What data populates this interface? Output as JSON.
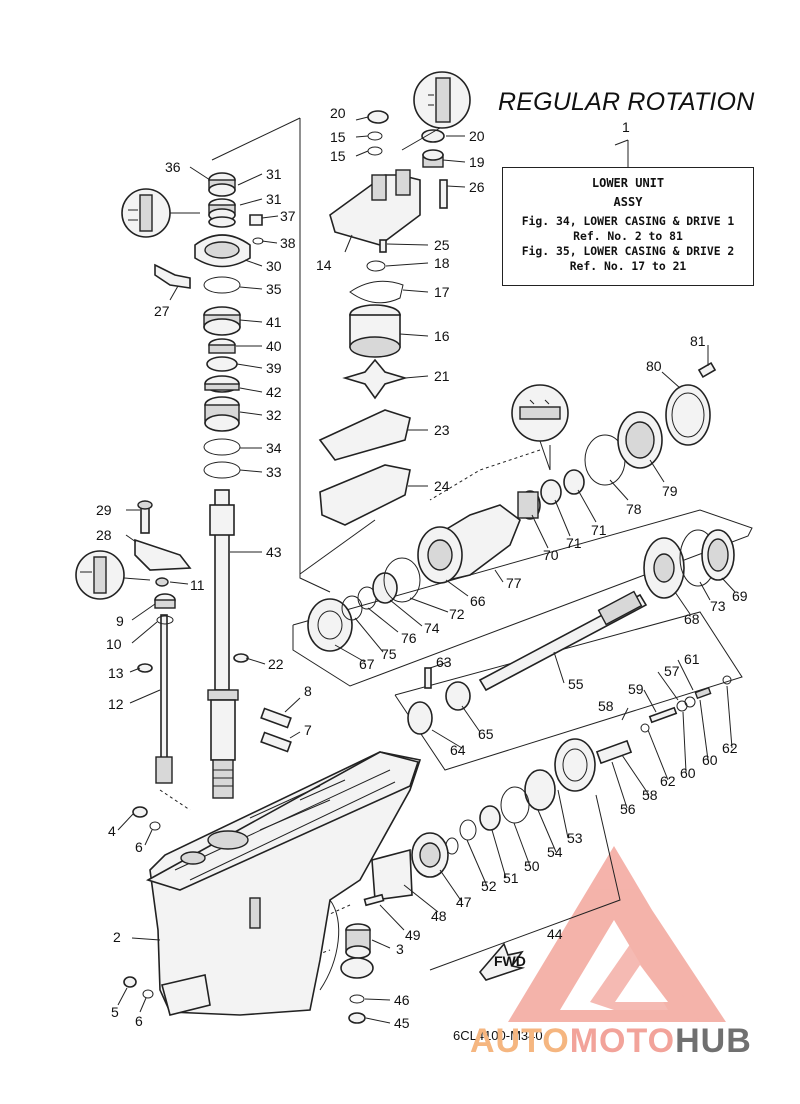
{
  "heading": "REGULAR ROTATION",
  "reference_box": {
    "number": "1",
    "title": "LOWER UNIT",
    "subtitle": "ASSY",
    "lines": [
      "Fig. 34, LOWER CASING & DRIVE 1",
      "Ref. No. 2 to 81",
      "Fig. 35, LOWER CASING & DRIVE 2",
      "Ref. No. 17 to 21"
    ]
  },
  "diagram_code": "6CL4100-M340",
  "watermark": {
    "part1": "AUTO",
    "part2": "MOTO",
    "part3": "HUB"
  },
  "direction_label": "FWD",
  "colors": {
    "watermark_orange": "#f5b680",
    "watermark_red": "#f2a39a",
    "watermark_gray": "#707070",
    "line": "#222222"
  },
  "part_labels": {
    "p2": "2",
    "p3": "3",
    "p4": "4",
    "p5": "5",
    "p6a": "6",
    "p6b": "6",
    "p7": "7",
    "p8": "8",
    "p9": "9",
    "p10": "10",
    "p11": "11",
    "p12": "12",
    "p13": "13",
    "p14": "14",
    "p15a": "15",
    "p15b": "15",
    "p16": "16",
    "p17": "17",
    "p18": "18",
    "p19": "19",
    "p20a": "20",
    "p20b": "20",
    "p21": "21",
    "p22": "22",
    "p23": "23",
    "p24": "24",
    "p25": "25",
    "p26": "26",
    "p27": "27",
    "p28": "28",
    "p29": "29",
    "p30": "30",
    "p31a": "31",
    "p31b": "31",
    "p32": "32",
    "p33": "33",
    "p34": "34",
    "p35": "35",
    "p36": "36",
    "p37": "37",
    "p38": "38",
    "p39": "39",
    "p40": "40",
    "p41": "41",
    "p42": "42",
    "p43": "43",
    "p44": "44",
    "p45": "45",
    "p46": "46",
    "p47": "47",
    "p48": "48",
    "p49": "49",
    "p50": "50",
    "p51": "51",
    "p52": "52",
    "p53": "53",
    "p54": "54",
    "p55": "55",
    "p56": "56",
    "p57": "57",
    "p58a": "58",
    "p58b": "58",
    "p59": "59",
    "p60a": "60",
    "p60b": "60",
    "p61": "61",
    "p62a": "62",
    "p62b": "62",
    "p63": "63",
    "p64": "64",
    "p65": "65",
    "p66": "66",
    "p67": "67",
    "p68": "68",
    "p69": "69",
    "p70": "70",
    "p71a": "71",
    "p71b": "71",
    "p72": "72",
    "p73": "73",
    "p74": "74",
    "p75": "75",
    "p76": "76",
    "p77": "77",
    "p78": "78",
    "p79": "79",
    "p80": "80",
    "p81": "81"
  }
}
